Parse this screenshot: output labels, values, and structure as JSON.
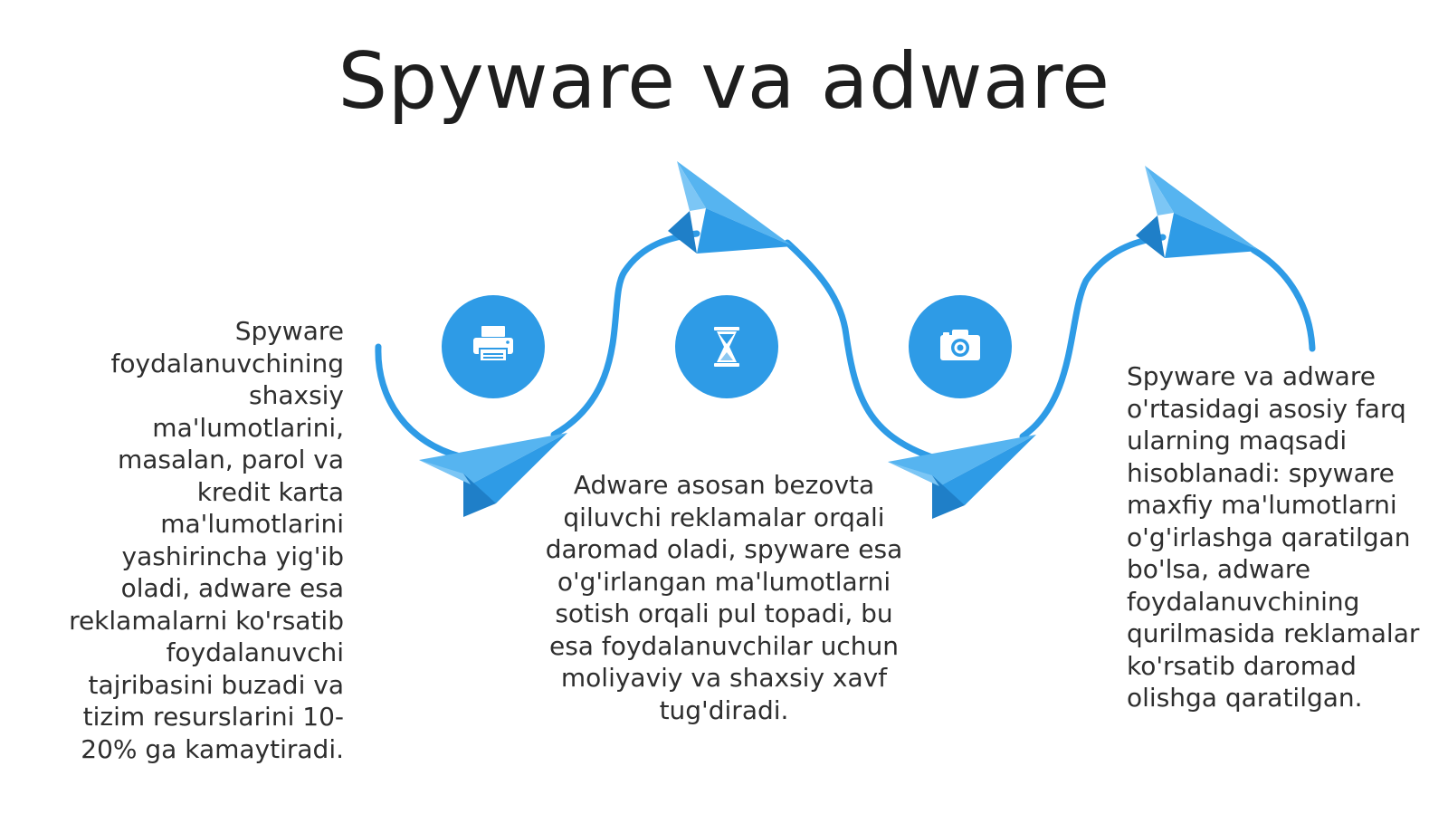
{
  "slide": {
    "title": "Spyware va adware"
  },
  "colors": {
    "accent": "#2e9be6",
    "accent_dark": "#1f82cf",
    "accent_light": "#5cb8f2",
    "text": "#2e2e2e"
  },
  "steps": [
    {
      "icon": "printer-icon",
      "text": "Spyware foydalanuvchining shaxsiy ma'lumotlarini, masalan, parol va kredit karta ma'lumotlarini yashirincha yig'ib oladi, adware esa reklamalarni ko'rsatib foydalanuvchi tajribasini buzadi va tizim resurslarini 10-20% ga kamaytiradi."
    },
    {
      "icon": "hourglass-icon",
      "text": "Adware asosan bezovta qiluvchi reklamalar orqali daromad oladi, spyware esa o'g'irlangan ma'lumotlarni sotish orqali pul topadi, bu esa foydalanuvchilar uchun moliyaviy va shaxsiy xavf tug'diradi."
    },
    {
      "icon": "camera-icon",
      "text": "Spyware va adware o'rtasidagi asosiy farq ularning maqsadi hisoblanadi: spyware maxfiy ma'lumotlarni o'g'irlashga qaratilgan bo'lsa, adware foydalanuvchining qurilmasida reklamalar ko'rsatib daromad olishga qaratilgan."
    }
  ]
}
